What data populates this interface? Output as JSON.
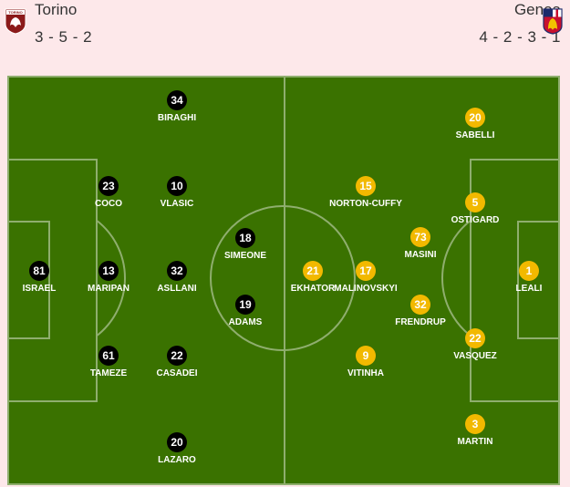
{
  "home": {
    "name": "Torino",
    "formation": "3 - 5 - 2",
    "crest": "torino-bull-crest",
    "crest_text": "TORINO",
    "color": "#000000",
    "players": [
      {
        "number": "34",
        "name": "BIRAGHI"
      },
      {
        "number": "23",
        "name": "COCO"
      },
      {
        "number": "10",
        "name": "VLASIC"
      },
      {
        "number": "18",
        "name": "SIMEONE"
      },
      {
        "number": "81",
        "name": "ISRAEL"
      },
      {
        "number": "13",
        "name": "MARIPAN"
      },
      {
        "number": "32",
        "name": "ASLLANI"
      },
      {
        "number": "19",
        "name": "ADAMS"
      },
      {
        "number": "61",
        "name": "TAMEZE"
      },
      {
        "number": "22",
        "name": "CASADEI"
      },
      {
        "number": "20",
        "name": "LAZARO"
      }
    ]
  },
  "away": {
    "name": "Genoa",
    "formation": "4 - 2 - 3 - 1",
    "crest": "genoa-griffin-crest",
    "color": "#f2b900",
    "players": [
      {
        "number": "20",
        "name": "SABELLI"
      },
      {
        "number": "15",
        "name": "NORTON-CUFFY"
      },
      {
        "number": "5",
        "name": "OSTIGARD"
      },
      {
        "number": "73",
        "name": "MASINI"
      },
      {
        "number": "21",
        "name": "EKHATOR"
      },
      {
        "number": "17",
        "name": "MALINOVSKYI"
      },
      {
        "number": "1",
        "name": "LEALI"
      },
      {
        "number": "32",
        "name": "FRENDRUP"
      },
      {
        "number": "9",
        "name": "VITINHA"
      },
      {
        "number": "22",
        "name": "VASQUEZ"
      },
      {
        "number": "3",
        "name": "MARTIN"
      }
    ]
  },
  "colors": {
    "pitch": "#3a7200",
    "lines": "#8fae6e",
    "background": "#fde8ea"
  }
}
